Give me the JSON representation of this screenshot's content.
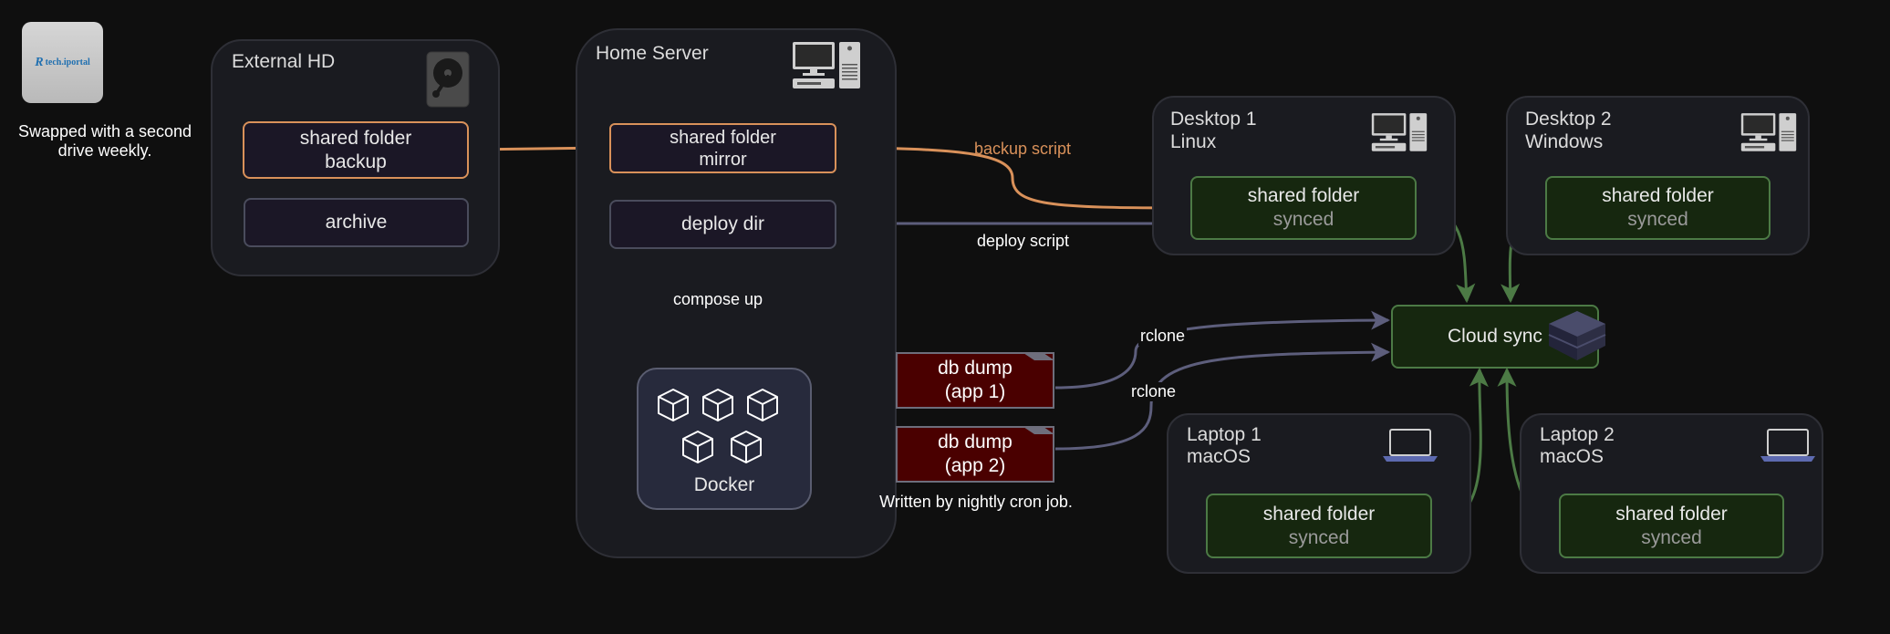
{
  "logo": {
    "text": "tech.iportal",
    "mark": "R"
  },
  "logo_note": "Swapped with a second drive weekly.",
  "groups": {
    "external_hd": {
      "title": "External HD",
      "icon": "hard-drive-icon"
    },
    "home_server": {
      "title": "Home Server",
      "icon": "desktop-computer-icon"
    },
    "desktop1": {
      "title_line1": "Desktop 1",
      "title_line2": "Linux",
      "icon": "desktop-computer-icon"
    },
    "desktop2": {
      "title_line1": "Desktop 2",
      "title_line2": "Windows",
      "icon": "desktop-computer-icon"
    },
    "laptop1": {
      "title_line1": "Laptop 1",
      "title_line2": "macOS",
      "icon": "laptop-icon"
    },
    "laptop2": {
      "title_line1": "Laptop 2",
      "title_line2": "macOS",
      "icon": "laptop-icon"
    }
  },
  "nodes": {
    "hd_backup": {
      "line1": "shared folder",
      "line2": "backup"
    },
    "hd_archive": {
      "label": "archive"
    },
    "srv_mirror": {
      "line1": "shared folder",
      "line2": "mirror"
    },
    "srv_deploy": {
      "label": "deploy dir"
    },
    "docker": {
      "label": "Docker",
      "icon": "container-cube-icon"
    },
    "db1": {
      "line1": "db dump",
      "line2": "(app 1)"
    },
    "db2": {
      "line1": "db dump",
      "line2": "(app 2)"
    },
    "d1_shared": {
      "line1": "shared folder",
      "line2": "synced"
    },
    "d2_shared": {
      "line1": "shared folder",
      "line2": "synced"
    },
    "l1_shared": {
      "line1": "shared folder",
      "line2": "synced"
    },
    "l2_shared": {
      "line1": "shared folder",
      "line2": "synced"
    },
    "cloud": {
      "label": "Cloud sync",
      "icon": "cloud-box-icon"
    }
  },
  "edges": {
    "backup_script": "backup script",
    "deploy_script": "deploy script",
    "compose_up": "compose up",
    "rclone1": "rclone",
    "rclone2": "rclone"
  },
  "db_note": "Written by nightly cron job.",
  "colors": {
    "orange": "#d9915a",
    "green": "#4c7a45",
    "purple": "#5d5e7c",
    "red_fill": "#4a0000"
  }
}
